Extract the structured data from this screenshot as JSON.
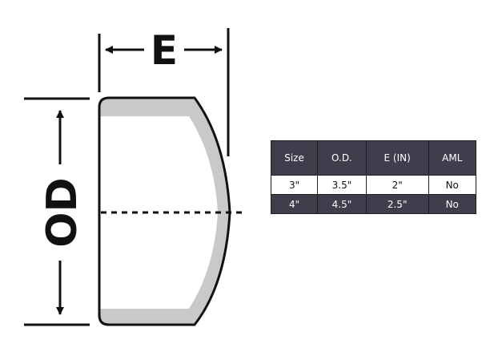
{
  "diagram": {
    "labels": {
      "length": "E",
      "diameter": "OD"
    },
    "colors": {
      "outline": "#111111",
      "cap_fill": "#c9c9c9",
      "cap_inner": "#ffffff"
    }
  },
  "table": {
    "headers": [
      "Size",
      "O.D.",
      "E (IN)",
      "AML"
    ],
    "rows": [
      [
        "3\"",
        "3.5\"",
        "2\"",
        "No"
      ],
      [
        "4\"",
        "4.5\"",
        "2.5\"",
        "No"
      ]
    ],
    "colors": {
      "header_bg": "#3e3e4c",
      "header_text": "#ffffff",
      "dark_row_bg": "#3e3e4c",
      "light_row_bg": "#ffffff"
    }
  }
}
